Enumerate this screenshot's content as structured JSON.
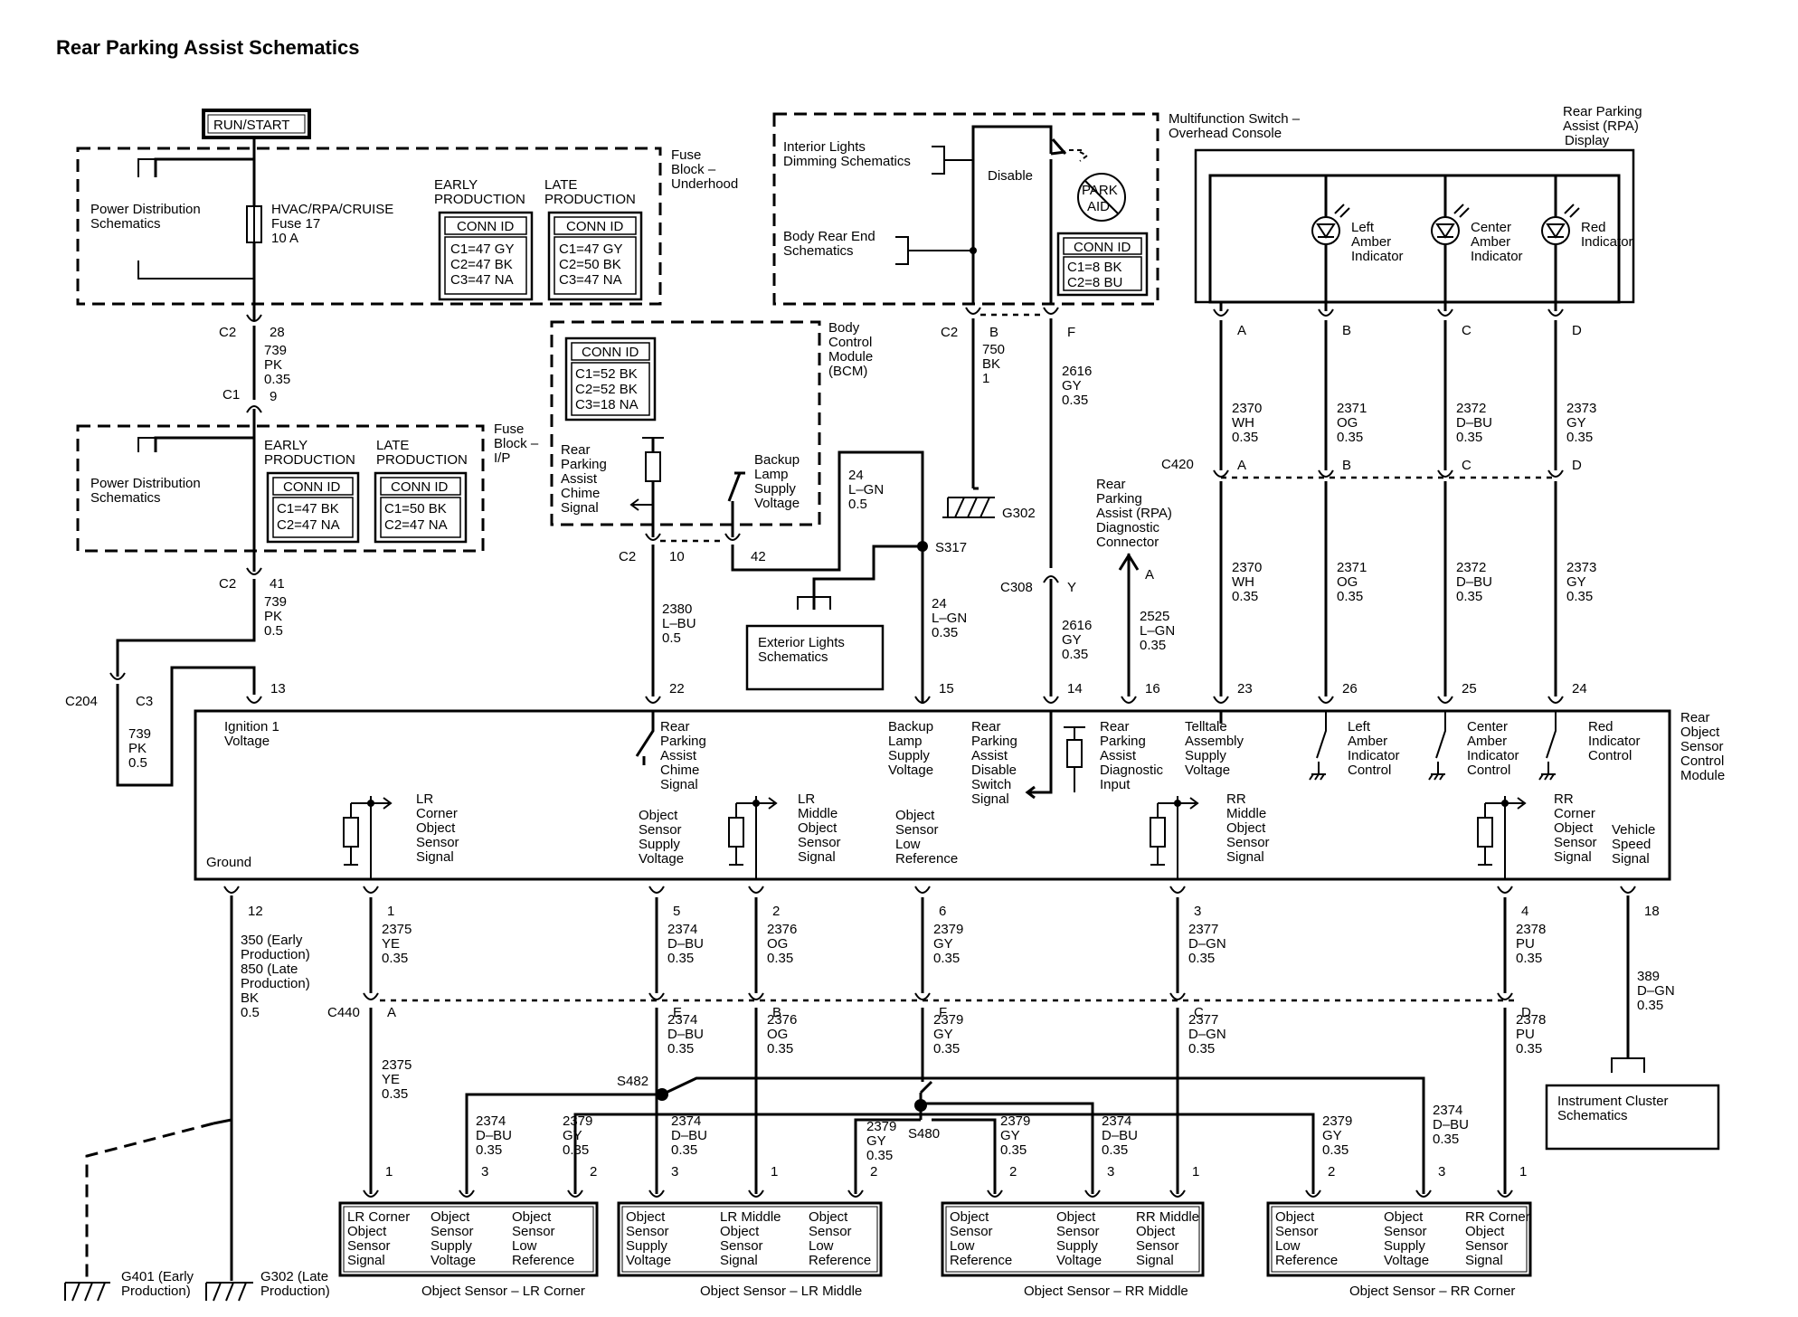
{
  "title": "Rear Parking Assist Schematics",
  "power": {
    "run_start": "RUN/START",
    "pds_top": [
      "Power Distribution",
      "Schematics"
    ],
    "fuse_block_underhood": [
      "Fuse",
      "Block –",
      "Underhood"
    ],
    "fuse": [
      "HVAC/RPA/CRUISE",
      "Fuse 17",
      "10 A"
    ],
    "early_hdr": [
      "EARLY",
      "PRODUCTION"
    ],
    "late_hdr": [
      "LATE",
      "PRODUCTION"
    ],
    "conn_id": "CONN ID",
    "early_ids": [
      "C1=47 GY",
      "C2=47 BK",
      "C3=47 NA"
    ],
    "late_ids": [
      "C1=47 GY",
      "C2=50 BK",
      "C3=47 NA"
    ],
    "c2_28": [
      "C2",
      "28"
    ],
    "wire_739_a": [
      "739",
      "PK",
      "0.35"
    ],
    "c1_9": [
      "C1",
      "9"
    ],
    "pds_ip": [
      "Power Distribution",
      "Schematics"
    ],
    "fuse_block_ip": [
      "Fuse",
      "Block –",
      "I/P"
    ],
    "ip_early_ids": [
      "C1=47 BK",
      "C2=47 NA"
    ],
    "ip_late_ids": [
      "C1=50 BK",
      "C2=47 NA"
    ],
    "c2_41": [
      "C2",
      "41"
    ],
    "wire_739_b": [
      "739",
      "PK",
      "0.5"
    ],
    "c204_c3": [
      "C204",
      "C3"
    ],
    "wire_739_c": [
      "739",
      "PK",
      "0.5"
    ]
  },
  "bcm": {
    "label": [
      "Body",
      "Control",
      "Module",
      "(BCM)"
    ],
    "conn_id": "CONN ID",
    "ids": [
      "C1=52 BK",
      "C2=52 BK",
      "C3=18 NA"
    ],
    "chime": [
      "Rear",
      "Parking",
      "Assist",
      "Chime",
      "Signal"
    ],
    "backup": [
      "Backup",
      "Lamp",
      "Supply",
      "Voltage"
    ],
    "c2_10": [
      "C2",
      "10"
    ],
    "pin42": "42",
    "wire_2380": [
      "2380",
      "L–BU",
      "0.5"
    ],
    "wire_24a": [
      "24",
      "L–GN",
      "0.5"
    ],
    "s317": "S317",
    "wire_24b": [
      "24",
      "L–GN",
      "0.35"
    ],
    "ext_lights": [
      "Exterior Lights",
      "Schematics"
    ]
  },
  "switch": {
    "label": [
      "Multifunction Switch –",
      "Overhead Console"
    ],
    "interior": [
      "Interior Lights",
      "Dimming Schematics"
    ],
    "body_rear": [
      "Body Rear End",
      "Schematics"
    ],
    "disable": "Disable",
    "park_aid": [
      "PARK",
      "AID"
    ],
    "conn_id": "CONN ID",
    "ids": [
      "C1=8 BK",
      "C2=8 BU"
    ],
    "c2_b": [
      "C2",
      "B"
    ],
    "wire_750": [
      "750",
      "BK",
      "1"
    ],
    "g302": "G302",
    "pin_f": "F",
    "wire_2616a": [
      "2616",
      "GY",
      "0.35"
    ],
    "c308_y": [
      "C308",
      "Y"
    ],
    "wire_2616b": [
      "2616",
      "GY",
      "0.35"
    ]
  },
  "display": {
    "label": [
      "Rear Parking",
      "Assist (RPA)",
      "Display"
    ],
    "indicators": [
      [
        "Left",
        "Amber",
        "Indicator"
      ],
      [
        "Center",
        "Amber",
        "Indicator"
      ],
      [
        "Red",
        "Indicator"
      ]
    ],
    "pins": [
      "A",
      "B",
      "C",
      "D"
    ],
    "wires_upper": [
      [
        "2370",
        "WH",
        "0.35"
      ],
      [
        "2371",
        "OG",
        "0.35"
      ],
      [
        "2372",
        "D–BU",
        "0.35"
      ],
      [
        "2373",
        "GY",
        "0.35"
      ]
    ],
    "c420": "C420",
    "wires_lower": [
      [
        "2370",
        "WH",
        "0.35"
      ],
      [
        "2371",
        "OG",
        "0.35"
      ],
      [
        "2372",
        "D–BU",
        "0.35"
      ],
      [
        "2373",
        "GY",
        "0.35"
      ]
    ],
    "module_pins": [
      "23",
      "26",
      "25",
      "24"
    ]
  },
  "diag": {
    "label": [
      "Rear",
      "Parking",
      "Assist (RPA)",
      "Diagnostic",
      "Connector"
    ],
    "pin_a": "A",
    "wire_2525": [
      "2525",
      "L–GN",
      "0.35"
    ]
  },
  "module": {
    "label": [
      "Rear",
      "Object",
      "Sensor",
      "Control",
      "Module"
    ],
    "top_pins": [
      "13",
      "22",
      "15",
      "14",
      "16",
      "23",
      "26",
      "25",
      "24"
    ],
    "ignition": [
      "Ignition 1",
      "Voltage"
    ],
    "chime": [
      "Rear",
      "Parking",
      "Assist",
      "Chime",
      "Signal"
    ],
    "backup": [
      "Backup",
      "Lamp",
      "Supply",
      "Voltage"
    ],
    "disable": [
      "Rear",
      "Parking",
      "Assist",
      "Disable",
      "Switch",
      "Signal"
    ],
    "diag_input": [
      "Rear",
      "Parking",
      "Assist",
      "Diagnostic",
      "Input"
    ],
    "telltale": [
      "Telltale",
      "Assembly",
      "Supply",
      "Voltage"
    ],
    "left_amber": [
      "Left",
      "Amber",
      "Indicator",
      "Control"
    ],
    "center_amber": [
      "Center",
      "Amber",
      "Indicator",
      "Control"
    ],
    "red_ctrl": [
      "Red",
      "Indicator",
      "Control"
    ],
    "lr_corner": [
      "LR",
      "Corner",
      "Object",
      "Sensor",
      "Signal"
    ],
    "supply": [
      "Object",
      "Sensor",
      "Supply",
      "Voltage"
    ],
    "lr_middle": [
      "LR",
      "Middle",
      "Object",
      "Sensor",
      "Signal"
    ],
    "low_ref": [
      "Object",
      "Sensor",
      "Low",
      "Reference"
    ],
    "rr_middle": [
      "RR",
      "Middle",
      "Object",
      "Sensor",
      "Signal"
    ],
    "rr_corner": [
      "RR",
      "Corner",
      "Object",
      "Sensor",
      "Signal"
    ],
    "vss": [
      "Vehicle",
      "Speed",
      "Signal"
    ],
    "ground": "Ground",
    "bottom_pins": [
      "12",
      "1",
      "5",
      "2",
      "6",
      "3",
      "4",
      "18"
    ]
  },
  "lower": {
    "ground_wire": [
      "350 (Early",
      "Production)",
      "850 (Late",
      "Production)",
      "BK",
      "0.5"
    ],
    "w2375a": [
      "2375",
      "YE",
      "0.35"
    ],
    "w2374a": [
      "2374",
      "D–BU",
      "0.35"
    ],
    "w2376a": [
      "2376",
      "OG",
      "0.35"
    ],
    "w2379a": [
      "2379",
      "GY",
      "0.35"
    ],
    "w2377a": [
      "2377",
      "D–GN",
      "0.35"
    ],
    "w2378a": [
      "2378",
      "PU",
      "0.35"
    ],
    "w389": [
      "389",
      "D–GN",
      "0.35"
    ],
    "c440": "C440",
    "c440_pins": [
      "A",
      "E",
      "B",
      "F",
      "C",
      "D"
    ],
    "w2375b": [
      "2375",
      "YE",
      "0.35"
    ],
    "w2374b": [
      "2374",
      "D–BU",
      "0.35"
    ],
    "w2376b": [
      "2376",
      "OG",
      "0.35"
    ],
    "w2379b": [
      "2379",
      "GY",
      "0.35"
    ],
    "w2377b": [
      "2377",
      "D–GN",
      "0.35"
    ],
    "w2378b": [
      "2378",
      "PU",
      "0.35"
    ],
    "s482": "S482",
    "s480": "S480",
    "br_2374_1": [
      "2374",
      "D–BU",
      "0.35"
    ],
    "br_2379_1": [
      "2379",
      "GY",
      "0.35"
    ],
    "br_2374_2": [
      "2374",
      "D–BU",
      "0.35"
    ],
    "br_2379_2": [
      "2379",
      "GY",
      "0.35"
    ],
    "br_2379_3": [
      "2379",
      "GY",
      "0.35"
    ],
    "br_2374_3": [
      "2374",
      "D–BU",
      "0.35"
    ],
    "br_2379_4": [
      "2379",
      "GY",
      "0.35"
    ],
    "br_2374_4": [
      "2374",
      "D–BU",
      "0.35"
    ],
    "ic": [
      "Instrument Cluster",
      "Schematics"
    ],
    "g401": [
      "G401 (Early",
      "Production)"
    ],
    "g302": [
      "G302 (Late",
      "Production)"
    ]
  },
  "sensors": [
    {
      "name": "Object Sensor – LR Corner",
      "pins": [
        "1",
        "3",
        "2"
      ],
      "cells": [
        [
          "LR Corner",
          "Object",
          "Sensor",
          "Signal"
        ],
        [
          "Object",
          "Sensor",
          "Supply",
          "Voltage"
        ],
        [
          "Object",
          "Sensor",
          "Low",
          "Reference"
        ]
      ]
    },
    {
      "name": "Object Sensor – LR Middle",
      "pins": [
        "3",
        "1",
        "2"
      ],
      "cells": [
        [
          "Object",
          "Sensor",
          "Supply",
          "Voltage"
        ],
        [
          "LR Middle",
          "Object",
          "Sensor",
          "Signal"
        ],
        [
          "Object",
          "Sensor",
          "Low",
          "Reference"
        ]
      ]
    },
    {
      "name": "Object Sensor – RR Middle",
      "pins": [
        "2",
        "3",
        "1"
      ],
      "cells": [
        [
          "Object",
          "Sensor",
          "Low",
          "Reference"
        ],
        [
          "Object",
          "Sensor",
          "Supply",
          "Voltage"
        ],
        [
          "RR Middle",
          "Object",
          "Sensor",
          "Signal"
        ]
      ]
    },
    {
      "name": "Object Sensor – RR Corner",
      "pins": [
        "2",
        "3",
        "1"
      ],
      "cells": [
        [
          "Object",
          "Sensor",
          "Low",
          "Reference"
        ],
        [
          "Object",
          "Sensor",
          "Supply",
          "Voltage"
        ],
        [
          "RR Corner",
          "Object",
          "Sensor",
          "Signal"
        ]
      ]
    }
  ]
}
